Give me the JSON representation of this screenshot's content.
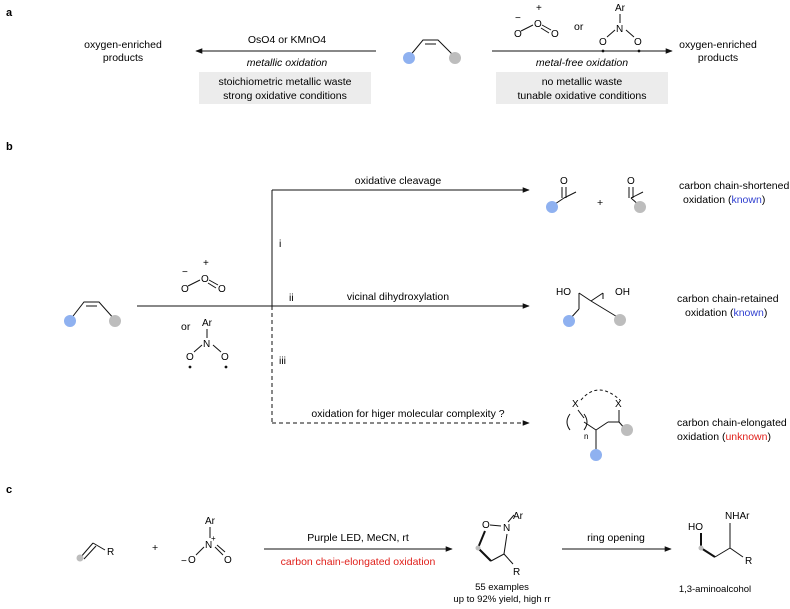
{
  "panels": {
    "a": "a",
    "b": "b",
    "c": "c"
  },
  "colors": {
    "blue": "#8fb1f0",
    "gray": "#bdbdbd",
    "known": "#2f3fd0",
    "unknown": "#e0201b",
    "highlight": "#e0201b"
  },
  "panel_a": {
    "left_product": [
      "oxygen-enriched",
      "products"
    ],
    "right_product": [
      "oxygen-enriched",
      "products"
    ],
    "metallic_reagent": "OsO4 or KMnO4",
    "metallic_label": "metallic oxidation",
    "metallic_box": [
      "stoichiometric metallic waste",
      "strong oxidative conditions"
    ],
    "or": "or",
    "metal_free_label": "metal-free oxidation",
    "metal_free_box": [
      "no metallic waste",
      "tunable oxidative conditions"
    ]
  },
  "panel_b": {
    "route_i": "i",
    "route_ii": "ii",
    "route_iii": "iii",
    "or": "or",
    "cleavage_label": "oxidative cleavage",
    "dihydroxylation_label": "vicinal dihydroxylation",
    "complexity_label": "oxidation for higer molecular complexity ?",
    "plus": "+",
    "shortened": {
      "line1": "carbon chain-shortened",
      "pre": "oxidation (",
      "status": "known",
      "post": ")"
    },
    "retained": {
      "line1": "carbon chain-retained",
      "pre": "oxidation (",
      "status": "known",
      "post": ")"
    },
    "elongated": {
      "line1": "carbon chain-elongated",
      "pre": "oxidation (",
      "status": "unknown",
      "post": ")"
    }
  },
  "panel_c": {
    "plus": "+",
    "conditions": "Purple LED, MeCN, rt",
    "highlight": "carbon chain-elongated oxidation",
    "yield_lines": [
      "55 examples",
      "up to 92% yield, high rr"
    ],
    "ring_opening": "ring opening",
    "product_name": "1,3-aminoalcohol"
  },
  "atoms": {
    "O": "O",
    "N": "N",
    "Ar": "Ar",
    "R": "R",
    "HO": "HO",
    "OH": "OH",
    "NHAr": "NHAr",
    "X": "X",
    "n": "n",
    "minus": "−",
    "plus": "+"
  }
}
